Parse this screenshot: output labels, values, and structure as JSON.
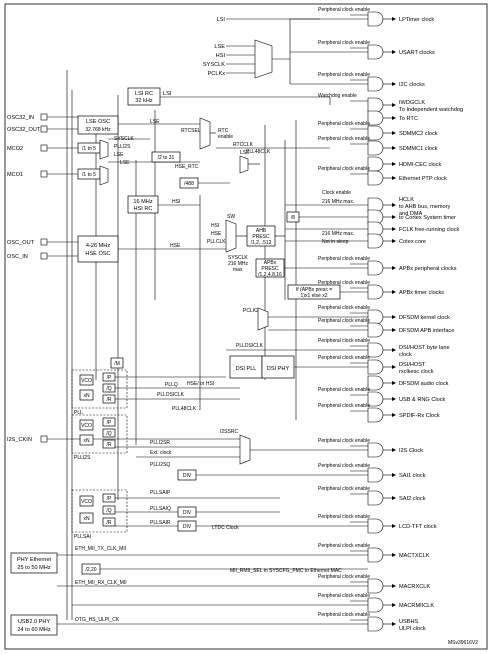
{
  "sources": {
    "lsi": "LSI",
    "lse": "LSE",
    "hsi": "HSI",
    "sysclk": "SYSCLK",
    "pclkx": "PCLKx"
  },
  "pins": {
    "osc32_in": "OSC32_IN",
    "osc32_out": "OSC32_OUT",
    "mco2": "MCO2",
    "mco1": "MCO1",
    "osc_out": "OSC_OUT",
    "osc_in": "OSC_IN",
    "i2s_ckin": "I2S_CKIN"
  },
  "blocks": {
    "lsi_rc": "LSI RC",
    "lsi_rc_freq": "32 kHz",
    "lse_osc": "LSE OSC",
    "lse_osc_freq": "32.768 kHz",
    "div_1to5_a": "/1 to 5",
    "div_1to5_b": "/1 to 5",
    "hsi_rc_freq": "16 MHz",
    "hsi_rc": "HSI RC",
    "hse_osc_freq": "4-26 MHz",
    "hse_osc": "HSE OSC",
    "div_488": "/488",
    "div_2to31": "/2 to 31",
    "div_8": "/8",
    "div_m": "/M",
    "div_2_20": "/2,20",
    "div_a": "DIV",
    "div_b": "DIV",
    "div_c": "DIV",
    "dsi_pll": "DSI PLL",
    "dsi_phy": "DSI PHY",
    "ahb_presc_1": "AHB",
    "ahb_presc_2": "PRESC",
    "ahb_presc_3": "/1,2,..512",
    "apb_presc_1": "APBx",
    "apb_presc_2": "PRESC",
    "apb_presc_3": "/1,2,4,8,16",
    "apb_cond_1": "If (APBx presc =",
    "apb_cond_2": "1)x1 else x2",
    "phy_eth_1": "PHY Ethernet",
    "phy_eth_2": "25 to 50 MHz",
    "usb_phy_1": "USB2.0 PHY",
    "usb_phy_2": "24 to 60 MHz",
    "pll": "PLL",
    "plli2s": "PLLI2S",
    "pllsai": "PLLSAI",
    "vco": "VCO",
    "vco_b": "VCO",
    "vco_c": "VCO",
    "xn": "xN",
    "xn_b": "xN",
    "xn_c": "xN",
    "p": "/P",
    "q": "/Q",
    "r": "/R",
    "p2": "/P",
    "q2": "/Q",
    "r2": "/R",
    "p3": "/P",
    "q3": "/Q",
    "r3": "/R"
  },
  "signals": {
    "lsi_out": "LSI",
    "lse_out": "LSE",
    "lse_out2": "LSE",
    "lse_out3": "LSE",
    "sysclk": "SYSCLK",
    "plli2s": "PLLI2S",
    "hse": "HSE",
    "hsi": "HSI",
    "rtcsel": "RTCSEL[1:0]",
    "rtc_enable": "RTC",
    "rtc_enable2": "enable",
    "rtcclk": "RTCCLK",
    "hse_rtc": "HSE_RTC",
    "pll48clk": "PLL48CLK",
    "hsi_sw": "HSI",
    "hse_sw": "HSE",
    "pllclk": "PLLCLK",
    "sw": "SW",
    "sysclk_max_1": "SYSCLK",
    "sysclk_max_2": "216 MHz",
    "sysclk_max_3": "max",
    "pclk2": "PCLK2",
    "plldsiclk": "PLLDSICLK",
    "pllq": "PLLQ",
    "plldsiclk2": "PLLDSICLK",
    "pll48clk2": "PLL48CLK",
    "hse_or_hsi": "HSE/ or HSI",
    "i2ssrc": "I2SSRC",
    "plli2sr": "PLLI2SR",
    "ext_clock": "Ext. clock",
    "plli2sq": "PLLI2SQ",
    "pllsaip": "PLLSAIP",
    "pllsaiq": "PLLSAIQ",
    "pllsair": "PLLSAIR",
    "ltdc_clock": "LTDC Clock",
    "eth_tx": "ETH_MII_TX_CLK_MII",
    "eth_rx": "ETH_MII_RX_CLK_MII",
    "mii_rmii_sel": "MII_RMII_SEL in SYSCFG_PMC to Ethernet MAC",
    "otg_ulpi": "OTG_HS_ULPI_CK",
    "clock_enable": "Clock enable",
    "ahb_max": "216 MHz max.",
    "apb_max": "216 MHz max.",
    "not_in_sleep": "Not in sleep",
    "lsi_top": "LSI",
    "lse_top": "LSE"
  },
  "enables": {
    "lptimer": "Peripheral clock enable",
    "usart": "Peripheral clock enable",
    "i2c": "Peripheral clock enable",
    "watchdog": "Watchdog enable",
    "sdmmc2": "Peripheral clock enable",
    "sdmmc1": "Peripheral clock enable",
    "ethptp": "Peripheral clock enable",
    "apbx": "Peripheral clock enable",
    "apbx_timer": "Peripheral clock enable",
    "dfsdm_kernel": "Peripheral clock enable",
    "dfsdm_apb": "Peripheral clock enable",
    "dsihost_lane": "Peripheral clock enable",
    "dsihost_rxclk": "Peripheral clock enable",
    "usb_rng": "Peripheral clock enable",
    "spdif": "Peripheral clock enable",
    "i2s": "Peripheral clock enable",
    "sai1": "Peripheral clock enable",
    "sai2": "Peripheral clock enable",
    "lcd": "Peripheral clock enable",
    "mactx": "Peripheral clock enable",
    "macrx": "Peripheral clock enable",
    "macrmii": "Peripheral clock enable",
    "usbhs": "Peripheral clock enable"
  },
  "outputs": {
    "lptimer": "LPTimer clock",
    "usart": "USART clocks",
    "i2c": "I2C clocks",
    "iwdgclk": "IWDGCLK",
    "indep_wdg": "To Independent watchdog",
    "to_rtc": "To RTC",
    "sdmmc2": "SDMMC2 clock",
    "sdmmc1": "SDMMC1 clock",
    "hdmi_cec": "HDMI-CEC clock",
    "ethptp": "Ethernet PTP clock",
    "hclk": "HCLK",
    "ahb_bus_1": "to AHB bus, memory",
    "ahb_bus_2": "and DMA",
    "cortex_timer": "to Cortex System timer",
    "fclk": "FCLK free-running clock",
    "cortex_core": "Cotex core",
    "apbx_periph": "APBx peripheral clocks",
    "apbx_timer": "APBx timer clocks",
    "dfsdm_kernel": "DFSDM kernel clock",
    "dfsdm_apb": "DFSDM APB interface",
    "dsihost_lane_1": "DSI/HOST byte lane",
    "dsihost_lane_2": "clock",
    "dsihost_rx_1": "DSI/HOST",
    "dsihost_rx_2": "rxclkesc clock",
    "dfsdm_audio": "DFSDM audio clock",
    "usb_rng": "USB & RNG Clock",
    "spdif": "SPDIF-Rx Clock",
    "i2s": "I2S Clock",
    "sai1": "SAI1 clock",
    "sai2": "SAI2 clock",
    "lcd_tft": "LCD-TFT clock",
    "mactxclk": "MACTXCLK",
    "macrxclk": "MACRXCLK",
    "macrmiiclk": "MACRMIICLK",
    "usbhs_1": "USBHS",
    "usbhs_2": "ULPI clock"
  },
  "footer": {
    "ref": "MSv39616V2"
  }
}
